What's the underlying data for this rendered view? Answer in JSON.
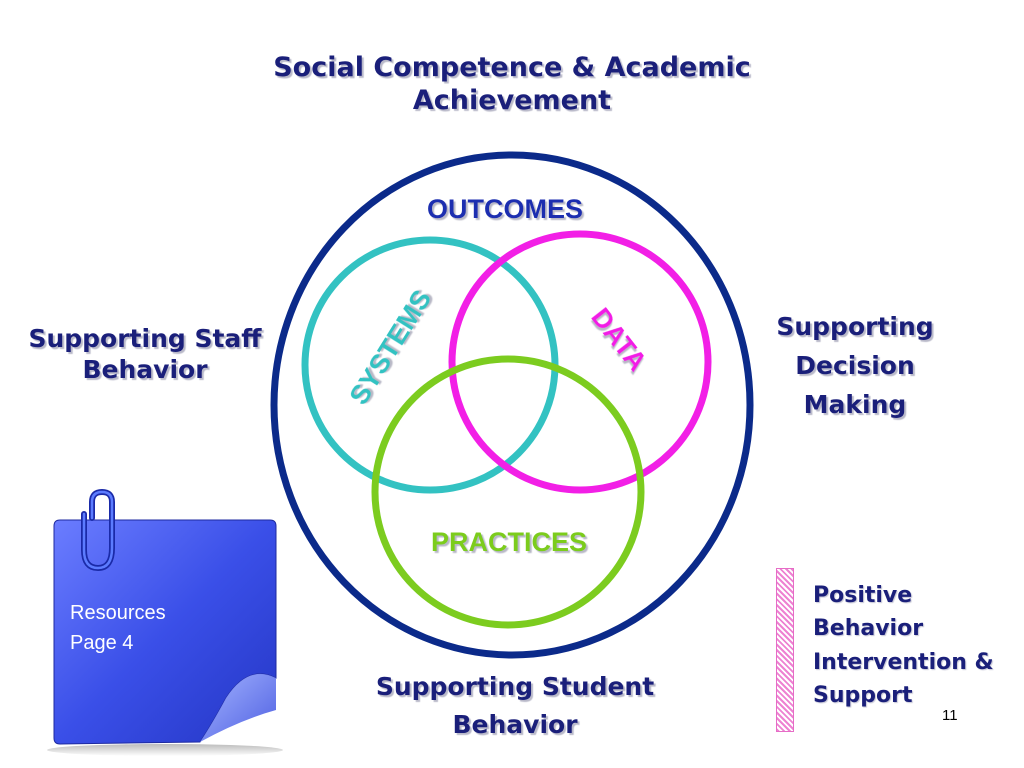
{
  "top_heading": "Social Competence & Academic Achievement",
  "left_heading": "Supporting Staff Behavior",
  "right_heading": "Supporting Decision Making",
  "bottom_heading": "Supporting Student Behavior",
  "diagram": {
    "outer_label": "OUTCOMES",
    "systems_label": "SYSTEMS",
    "data_label": "DATA",
    "practices_label": "PRACTICES",
    "colors": {
      "outer": "#0b2a8a",
      "systems": "#33c2c2",
      "data": "#f21fe6",
      "practices": "#7ccc1f",
      "outcomes_text": "#1a2fb0"
    }
  },
  "resources": {
    "line1": "Resources",
    "line2": "Page 4"
  },
  "pbis": {
    "line1": "Positive",
    "line2": "Behavior",
    "line3": "Intervention &",
    "line4": "Support"
  },
  "page_number": "11"
}
